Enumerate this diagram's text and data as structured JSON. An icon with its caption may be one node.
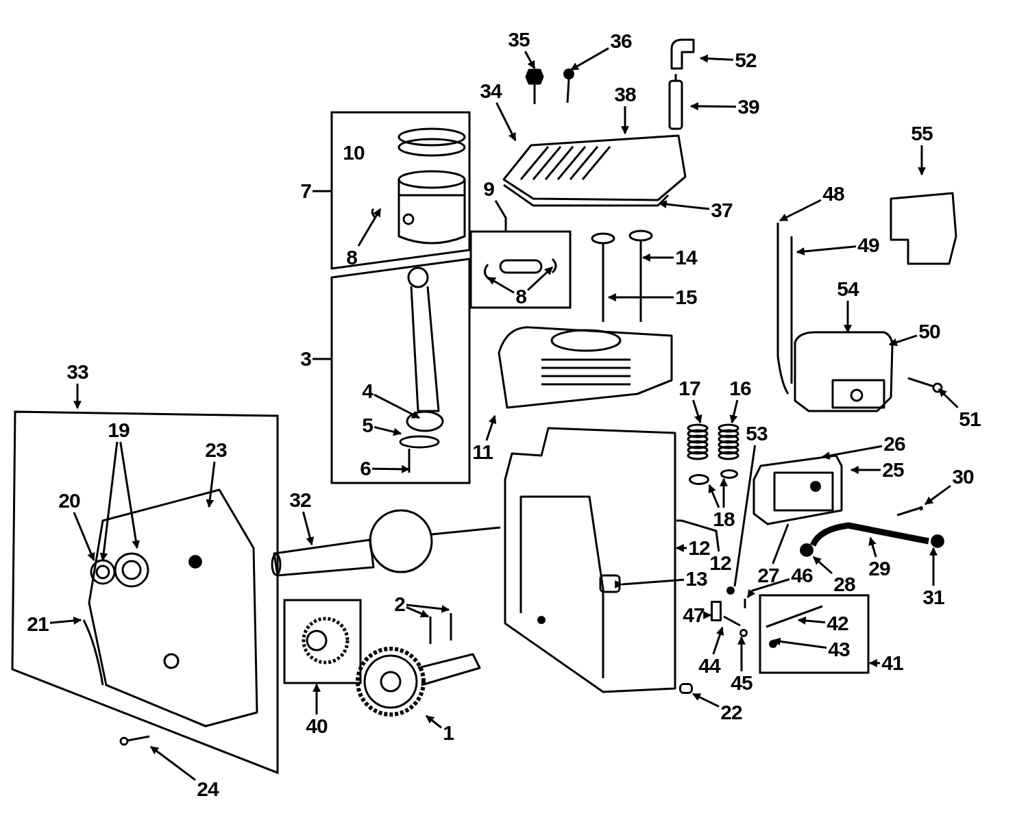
{
  "diagram": {
    "nodes": [
      {
        "text": [],
        "shape": "box"
      },
      {
        "text": [],
        "shape": "box"
      },
      {
        "text": [],
        "shape": "box"
      },
      {
        "text": [],
        "shape": "box"
      },
      {
        "text": [],
        "shape": "box"
      },
      {
        "text": [],
        "shape": "box"
      },
      {
        "text": [
          "35"
        ]
      },
      {
        "text": [
          "36"
        ]
      },
      {
        "text": [
          "52"
        ]
      },
      {
        "text": [
          "34"
        ]
      },
      {
        "text": [
          "38"
        ]
      },
      {
        "text": [
          "39"
        ]
      },
      {
        "text": [
          "10"
        ],
        "in": 1
      },
      {
        "text": [
          "7"
        ]
      },
      {
        "text": [
          "9"
        ]
      },
      {
        "text": [
          "37"
        ]
      },
      {
        "text": [
          "8"
        ],
        "in": 1
      },
      {
        "text": [
          "48"
        ]
      },
      {
        "text": [
          "55"
        ]
      },
      {
        "text": [
          "49"
        ]
      },
      {
        "text": [
          "14"
        ]
      },
      {
        "text": [
          "8"
        ],
        "in": 3
      },
      {
        "text": [
          "15"
        ]
      },
      {
        "text": [
          "54"
        ]
      },
      {
        "text": [
          "50"
        ]
      },
      {
        "text": [
          "3"
        ]
      },
      {
        "text": [
          "4"
        ],
        "in": 2
      },
      {
        "text": [
          "5"
        ],
        "in": 2
      },
      {
        "text": [
          "6"
        ],
        "in": 2
      },
      {
        "text": [
          "11"
        ]
      },
      {
        "text": [
          "33"
        ]
      },
      {
        "text": [
          "19"
        ],
        "in": 0
      },
      {
        "text": [
          "23"
        ],
        "in": 0
      },
      {
        "text": [
          "20"
        ],
        "in": 0
      },
      {
        "text": [
          "32"
        ]
      },
      {
        "text": [
          "17"
        ]
      },
      {
        "text": [
          "16"
        ]
      },
      {
        "text": [
          "53"
        ]
      },
      {
        "text": [
          "51"
        ]
      },
      {
        "text": [
          "26"
        ]
      },
      {
        "text": [
          "25"
        ]
      },
      {
        "text": [
          "30"
        ]
      },
      {
        "text": [
          "18"
        ]
      },
      {
        "text": [
          "12"
        ]
      },
      {
        "text": [
          "12"
        ]
      },
      {
        "text": [
          "27"
        ]
      },
      {
        "text": [
          "46"
        ]
      },
      {
        "text": [
          "28"
        ]
      },
      {
        "text": [
          "29"
        ]
      },
      {
        "text": [
          "31"
        ]
      },
      {
        "text": [
          "13"
        ]
      },
      {
        "text": [
          "47"
        ]
      },
      {
        "text": [
          "2"
        ]
      },
      {
        "text": [
          "21"
        ],
        "in": 0
      },
      {
        "text": [
          "42"
        ],
        "in": 5
      },
      {
        "text": [
          "43"
        ],
        "in": 5
      },
      {
        "text": [
          "41"
        ]
      },
      {
        "text": [
          "44"
        ]
      },
      {
        "text": [
          "45"
        ]
      },
      {
        "text": [
          "22"
        ]
      },
      {
        "text": [
          "40"
        ]
      },
      {
        "text": [
          "1"
        ]
      },
      {
        "text": [
          "24"
        ]
      },
      {
        "text": [],
        "shape": "picture"
      },
      {
        "text": [],
        "shape": "circle"
      },
      {
        "text": [],
        "shape": "picture"
      },
      {
        "text": [],
        "shape": "circle"
      },
      {
        "text": [],
        "shape": "circle"
      },
      {
        "text": [],
        "shape": "picture"
      },
      {
        "text": [],
        "shape": "box"
      },
      {
        "text": [],
        "shape": "picture"
      },
      {
        "text": [],
        "shape": "circle"
      },
      {
        "text": [],
        "shape": "box"
      },
      {
        "text": [],
        "shape": "picture"
      },
      {
        "text": [],
        "shape": "circle"
      },
      {
        "text": [],
        "shape": "circle"
      }
    ],
    "edges": [
      {
        "from": 6,
        "to": null,
        "arrow": "to"
      },
      {
        "from": 7,
        "to": null,
        "arrow": "to"
      },
      {
        "from": 8,
        "to": null,
        "arrow": "to"
      },
      {
        "from": 9,
        "to": null,
        "arrow": "to"
      },
      {
        "from": 10,
        "to": null,
        "arrow": "to"
      },
      {
        "from": 11,
        "to": null,
        "arrow": "to"
      },
      {
        "from": 13,
        "to": 1,
        "arrow": "none"
      },
      {
        "from": 14,
        "to": 3,
        "arrow": "none"
      },
      {
        "from": 15,
        "to": null,
        "arrow": "to"
      },
      {
        "from": 16,
        "to": null,
        "arrow": "to"
      },
      {
        "from": 17,
        "to": null,
        "arrow": "to"
      },
      {
        "from": 18,
        "to": null,
        "arrow": "to"
      },
      {
        "from": 19,
        "to": null,
        "arrow": "to"
      },
      {
        "from": 20,
        "to": null,
        "arrow": "to"
      },
      {
        "from": 21,
        "to": null,
        "arrow": "to"
      },
      {
        "from": 21,
        "to": null,
        "arrow": "to"
      },
      {
        "from": 22,
        "to": null,
        "arrow": "to"
      },
      {
        "from": 23,
        "to": null,
        "arrow": "to"
      },
      {
        "from": 24,
        "to": null,
        "arrow": "to"
      },
      {
        "from": 25,
        "to": 2,
        "arrow": "none"
      },
      {
        "from": 26,
        "to": null,
        "arrow": "to"
      },
      {
        "from": 27,
        "to": null,
        "arrow": "to"
      },
      {
        "from": 28,
        "to": null,
        "arrow": "to"
      },
      {
        "from": 29,
        "to": null,
        "arrow": "to"
      },
      {
        "from": 30,
        "to": 0,
        "arrow": "to"
      },
      {
        "from": 31,
        "to": null,
        "arrow": "to"
      },
      {
        "from": 31,
        "to": null,
        "arrow": "to"
      },
      {
        "from": 32,
        "to": null,
        "arrow": "to"
      },
      {
        "from": 33,
        "to": null,
        "arrow": "to"
      },
      {
        "from": 34,
        "to": null,
        "arrow": "to"
      },
      {
        "from": 35,
        "to": null,
        "arrow": "to"
      },
      {
        "from": 36,
        "to": null,
        "arrow": "to"
      },
      {
        "from": 37,
        "to": 64,
        "arrow": "none"
      },
      {
        "from": 38,
        "to": null,
        "arrow": "to"
      },
      {
        "from": 39,
        "to": null,
        "arrow": "to"
      },
      {
        "from": 40,
        "to": null,
        "arrow": "to"
      },
      {
        "from": 41,
        "to": 65,
        "arrow": "to"
      },
      {
        "from": 42,
        "to": 67,
        "arrow": "to"
      },
      {
        "from": 42,
        "to": 66,
        "arrow": "to"
      },
      {
        "from": 43,
        "to": 68,
        "arrow": "to"
      },
      {
        "from": 44,
        "to": 68,
        "arrow": "none"
      },
      {
        "from": 45,
        "to": null,
        "arrow": "none"
      },
      {
        "from": 46,
        "to": 73,
        "arrow": "to"
      },
      {
        "from": 47,
        "to": 74,
        "arrow": "to"
      },
      {
        "from": 48,
        "to": null,
        "arrow": "to"
      },
      {
        "from": 49,
        "to": 75,
        "arrow": "to"
      },
      {
        "from": 50,
        "to": 68,
        "arrow": "to"
      },
      {
        "from": 51,
        "to": 69,
        "arrow": "to"
      },
      {
        "from": 52,
        "to": null,
        "arrow": "to"
      },
      {
        "from": 52,
        "to": null,
        "arrow": "to"
      },
      {
        "from": 53,
        "to": null,
        "arrow": "to"
      },
      {
        "from": 54,
        "to": null,
        "arrow": "to"
      },
      {
        "from": 55,
        "to": null,
        "arrow": "to"
      },
      {
        "from": 56,
        "to": 5,
        "arrow": "to"
      },
      {
        "from": 57,
        "to": 70,
        "arrow": "to"
      },
      {
        "from": 58,
        "to": 71,
        "arrow": "to"
      },
      {
        "from": 59,
        "to": 72,
        "arrow": "to"
      },
      {
        "from": 60,
        "to": 4,
        "arrow": "to"
      },
      {
        "from": 61,
        "to": null,
        "arrow": "to"
      },
      {
        "from": 62,
        "to": 63,
        "arrow": "to"
      }
    ]
  }
}
